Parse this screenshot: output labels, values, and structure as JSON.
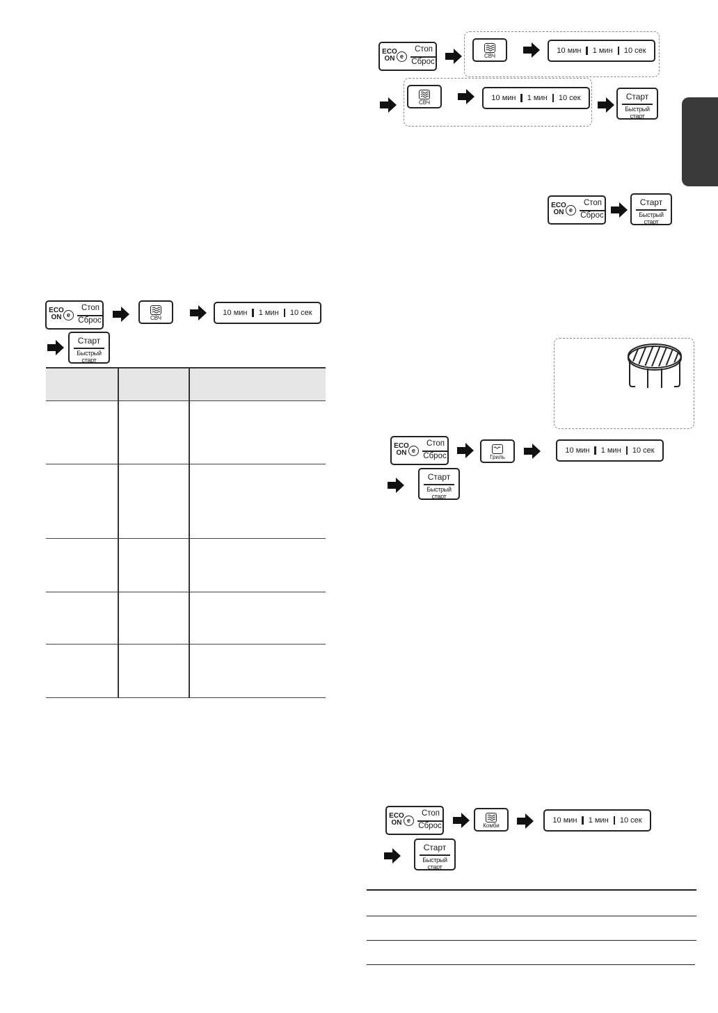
{
  "keys": {
    "eco_top": "ECO",
    "eco_bottom": "ON",
    "eco_symbol": "e",
    "stop": "Стоп",
    "reset": "Сброс",
    "microwave": "СВЧ",
    "grill": "Гриль",
    "combi": "Комби",
    "time_10min": "10 мин",
    "time_1min": "1 мин",
    "time_10sec": "10 сек",
    "start": "Старт",
    "quick_start": "Быстрый старт"
  },
  "colors": {
    "side_tab": "#3a3a3a",
    "table_header": "#e6e6e6",
    "dashed_border": "#888888"
  },
  "icons": [
    "microwave-waves-icon",
    "grill-heater-icon",
    "combi-icon",
    "arrow-right-icon",
    "grill-rack-icon"
  ]
}
